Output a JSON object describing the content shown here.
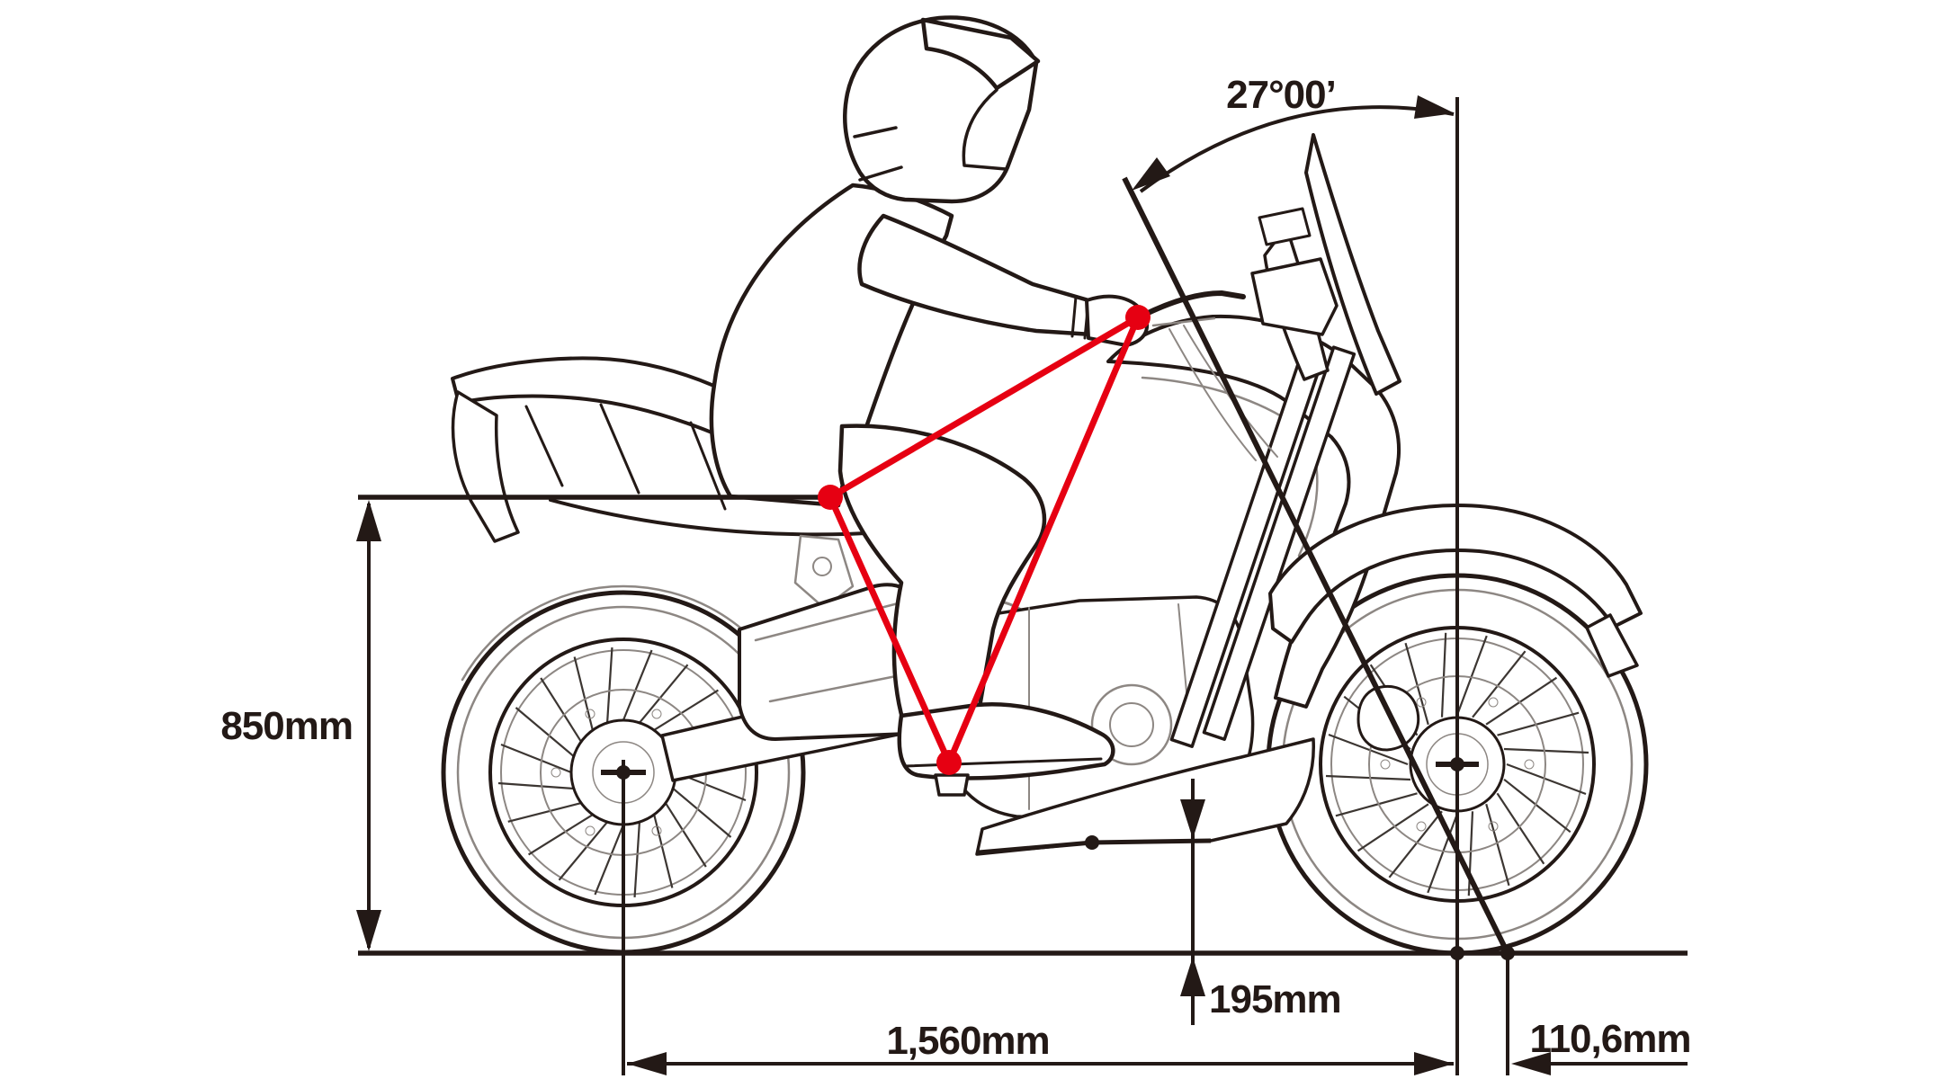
{
  "diagram": {
    "type": "motorcycle-dimension-diagram",
    "subject": "Adventure motorcycle with rider, side view technical line art with ergonomic triangle",
    "colors": {
      "ink": "#231916",
      "detail_gray": "#8d8783",
      "accent_red": "#e60012",
      "background": "#ffffff"
    },
    "labels": {
      "rake_angle": "27°00’",
      "seat_height": "850mm",
      "ground_clearance": "195mm",
      "wheelbase": "1,560mm",
      "trail": "110,6mm"
    }
  }
}
